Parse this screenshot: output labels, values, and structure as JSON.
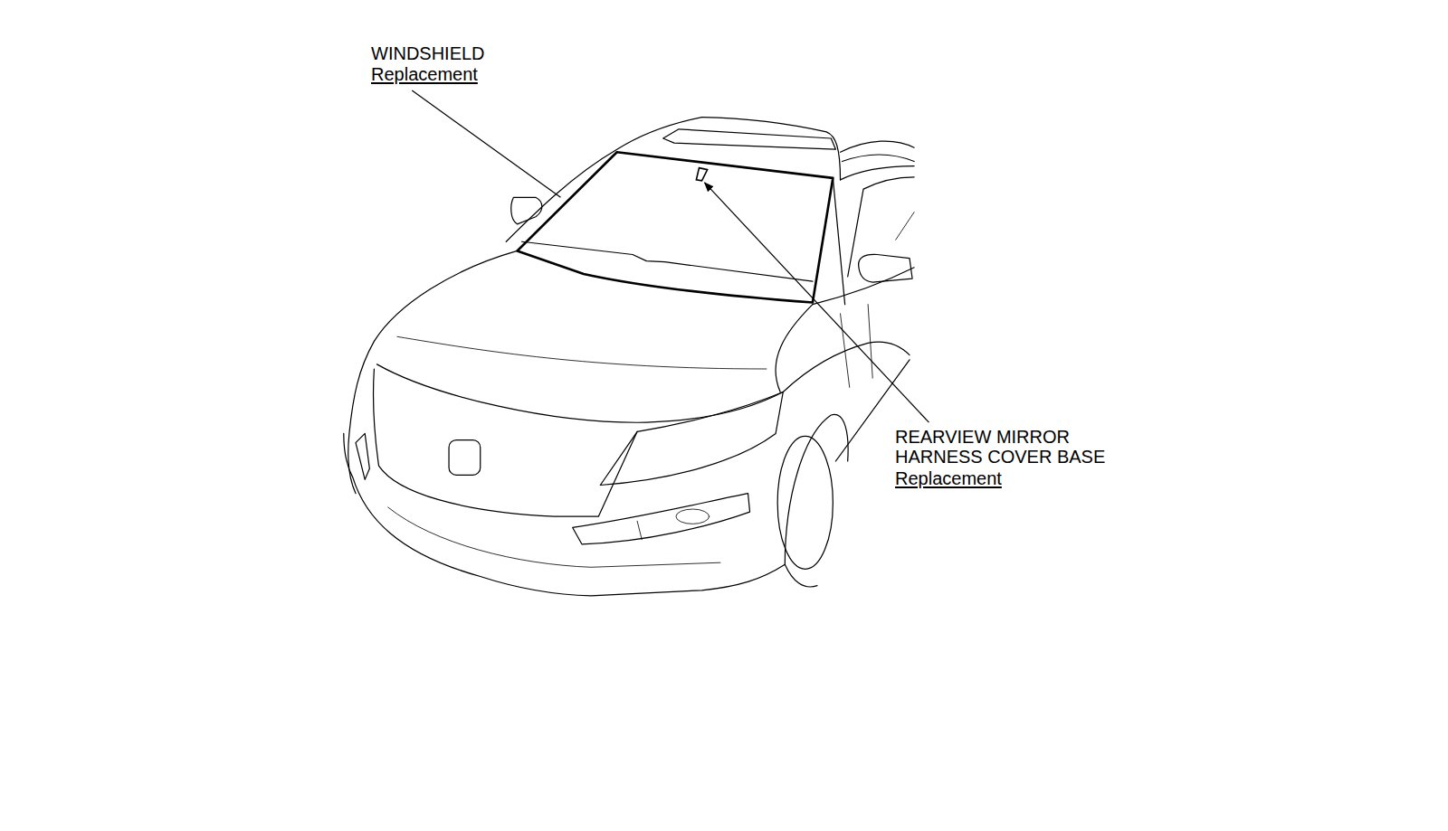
{
  "diagram": {
    "labels": [
      "WINDSHIELD",
      "Replacement",
      "REARVIEW MIRROR HARNESS COVER BASE",
      "Replacement"
    ]
  }
}
